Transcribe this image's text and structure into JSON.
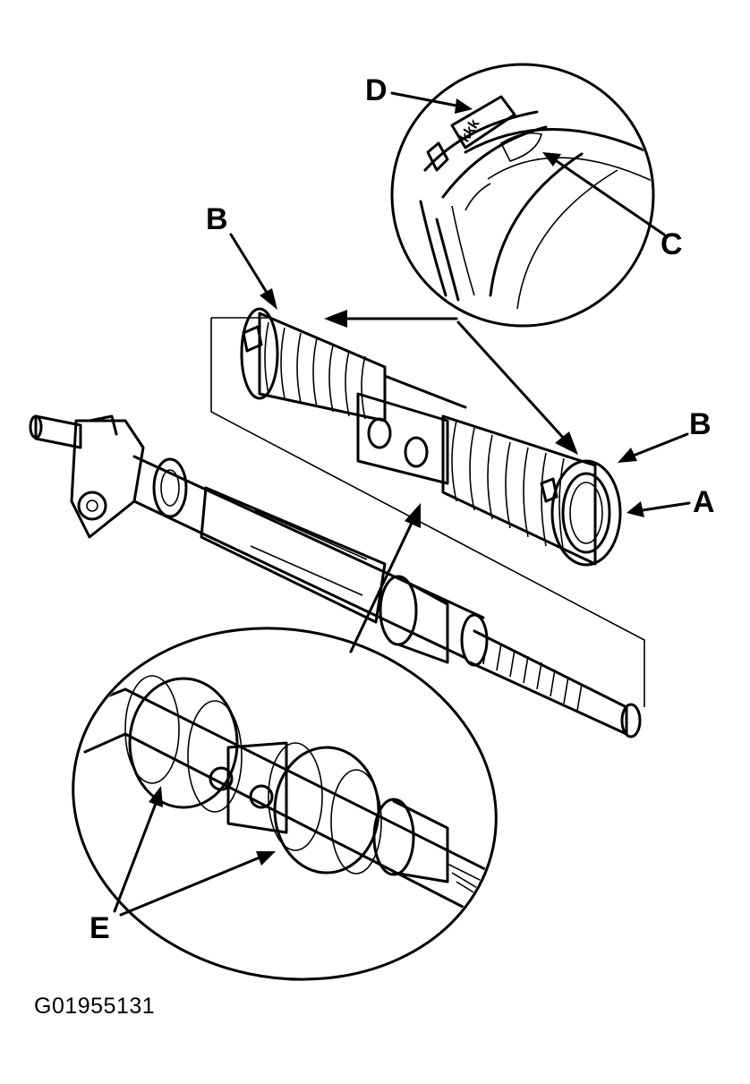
{
  "callouts": {
    "A": "A",
    "B_left": "B",
    "B_right": "B",
    "C": "C",
    "D": "D",
    "E": "E"
  },
  "clamp_marking": "kkk",
  "figure_id": "G01955131"
}
